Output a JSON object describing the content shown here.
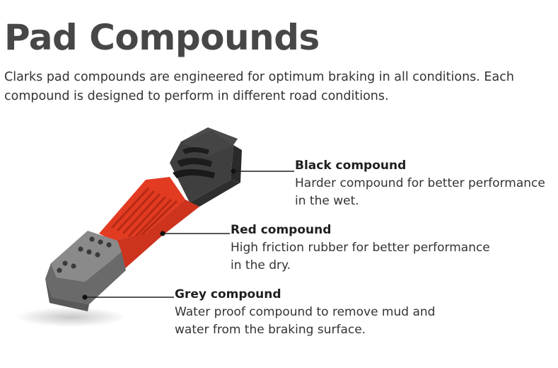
{
  "heading": {
    "title": "Pad Compounds",
    "intro": "Clarks pad compounds are engineered for optimum braking in all conditions. Each compound is designed to perform in different road conditions."
  },
  "compounds": [
    {
      "name": "Black compound",
      "description": "Harder compound for better performance\nin the wet.",
      "color": "#3a3a3a"
    },
    {
      "name": "Red compound",
      "description": "High friction rubber for better performance\nin the dry.",
      "color": "#d9341e"
    },
    {
      "name": "Grey compound",
      "description": "Water proof compound to remove mud and\nwater from the braking surface.",
      "color": "#7a7a7a"
    }
  ]
}
